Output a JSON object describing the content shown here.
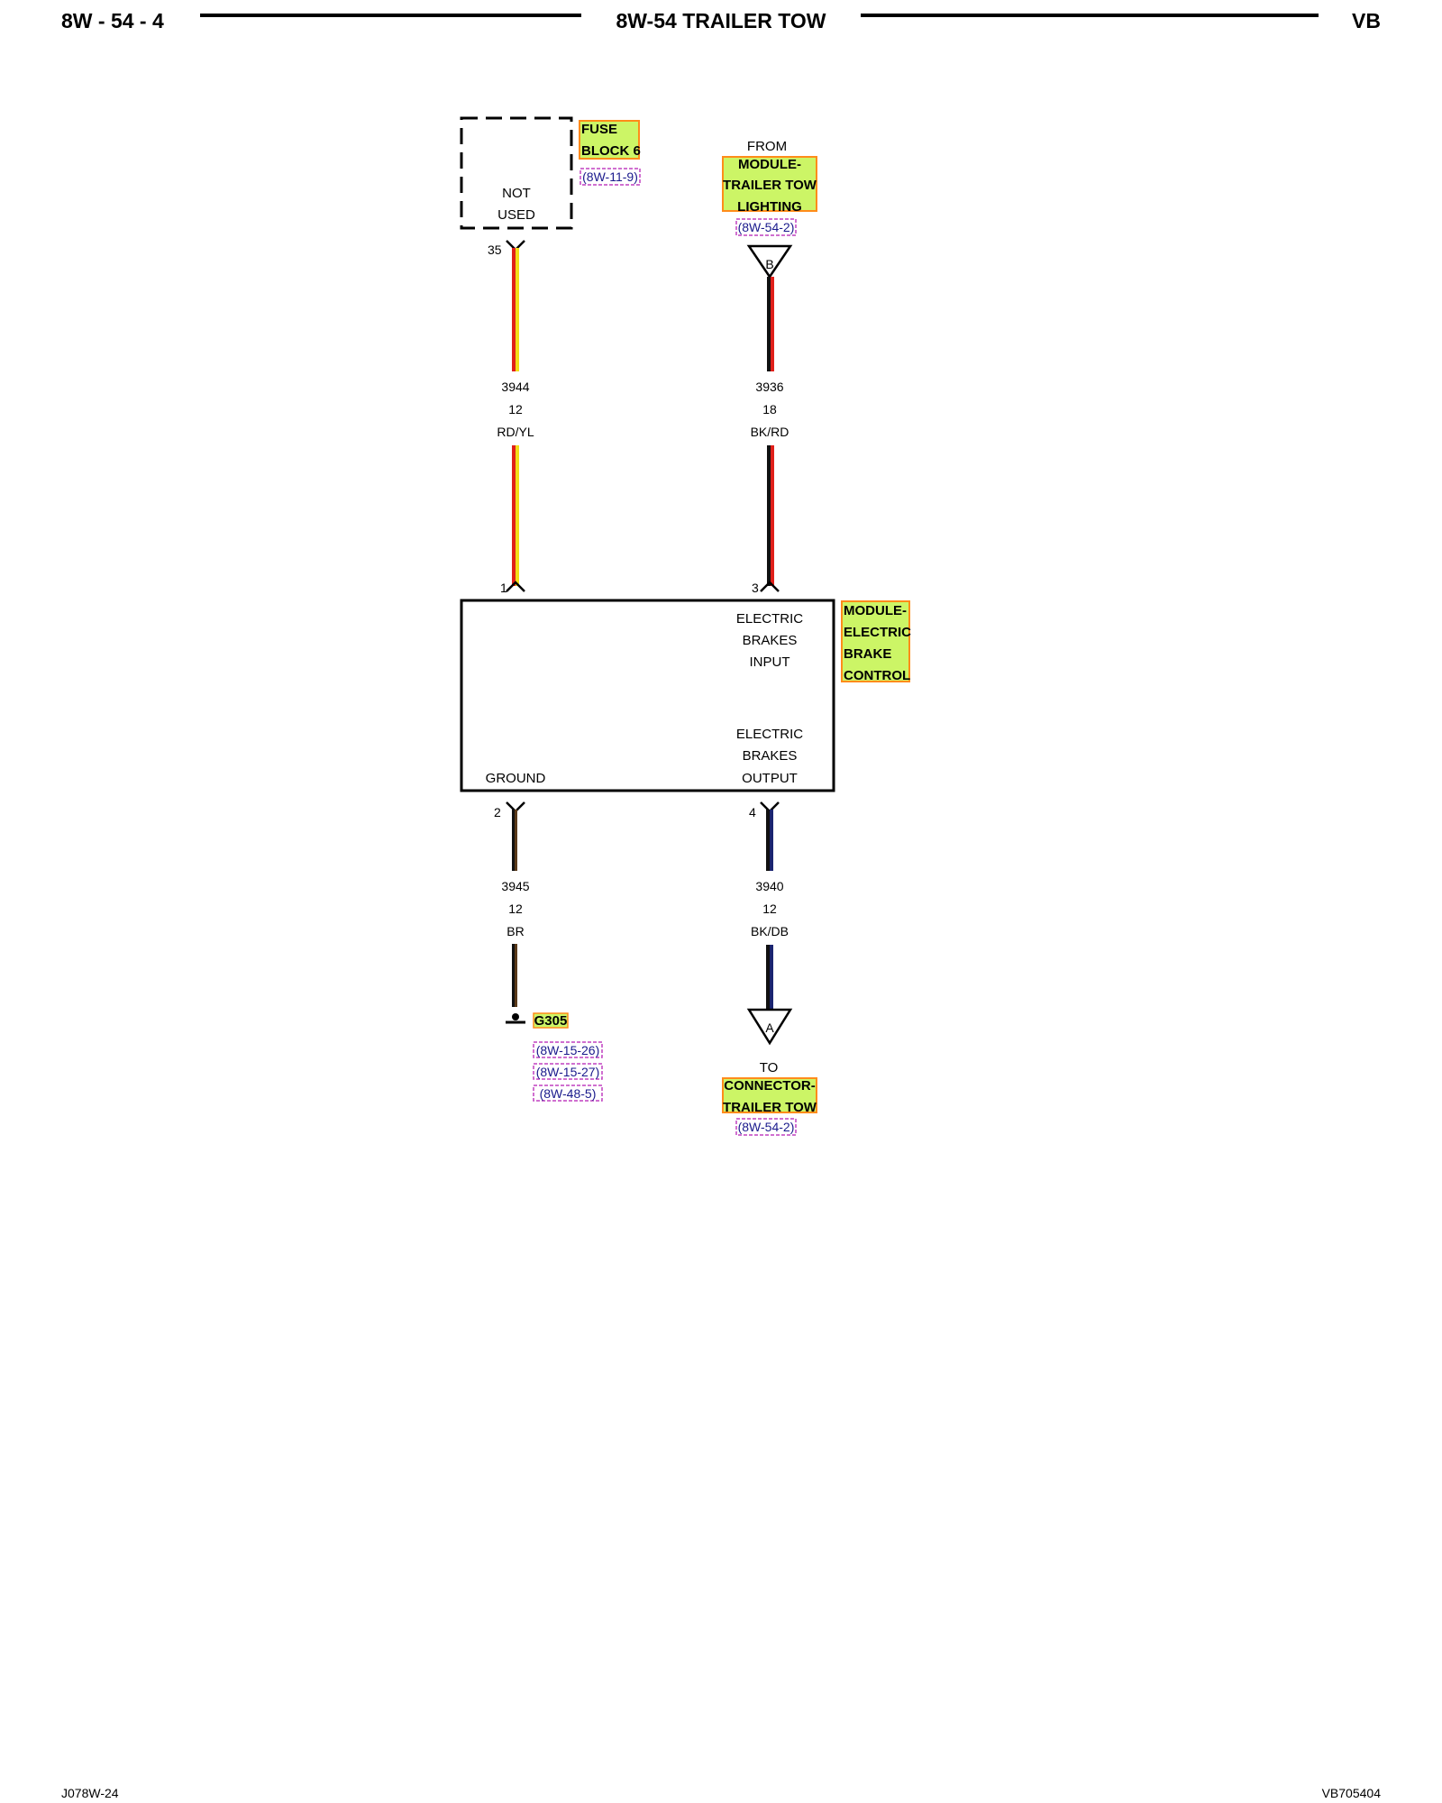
{
  "header": {
    "page_code": "8W - 54 - 4",
    "title": "8W-54 TRAILER TOW",
    "model": "VB"
  },
  "footer": {
    "left_code": "J078W-24",
    "right_code": "VB705404"
  },
  "colors": {
    "highlight_fill": "#ccf566",
    "highlight_stroke": "#ff8c1a",
    "ref_stroke": "#c040c0",
    "ref_text": "#1a1a8c",
    "wire_red": "#e0201a",
    "wire_yellow": "#f2dc1a",
    "wire_black": "#111111",
    "wire_brown": "#5a3a1a",
    "wire_darkblue": "#1a2470"
  },
  "fuse_block": {
    "name_lines": [
      "FUSE",
      "BLOCK 6"
    ],
    "ref": "(8W-11-9)",
    "status_lines": [
      "NOT",
      "USED"
    ],
    "pin": "35"
  },
  "from_module": {
    "prefix": "FROM",
    "name_lines": [
      "MODULE-",
      "TRAILER TOW",
      "LIGHTING"
    ],
    "ref": "(8W-54-2)",
    "connector": "B"
  },
  "wires": {
    "w3944": {
      "circuit": "3944",
      "gauge": "12",
      "color": "RD/YL"
    },
    "w3936": {
      "circuit": "3936",
      "gauge": "18",
      "color": "BK/RD"
    },
    "w3945": {
      "circuit": "3945",
      "gauge": "12",
      "color": "BR"
    },
    "w3940": {
      "circuit": "3940",
      "gauge": "12",
      "color": "BK/DB"
    }
  },
  "module": {
    "name_lines": [
      "MODULE-",
      "ELECTRIC",
      "BRAKE",
      "CONTROL"
    ],
    "input_lines": [
      "ELECTRIC",
      "BRAKES",
      "INPUT"
    ],
    "output_lines": [
      "ELECTRIC",
      "BRAKES",
      "OUTPUT"
    ],
    "ground_label": "GROUND",
    "pins": {
      "p1": "1",
      "p2": "2",
      "p3": "3",
      "p4": "4"
    }
  },
  "ground": {
    "name": "G305",
    "refs": [
      "(8W-15-26)",
      "(8W-15-27)",
      "(8W-48-5)"
    ]
  },
  "to_connector": {
    "prefix": "TO",
    "name_lines": [
      "CONNECTOR-",
      "TRAILER TOW"
    ],
    "ref": "(8W-54-2)",
    "connector": "A"
  }
}
